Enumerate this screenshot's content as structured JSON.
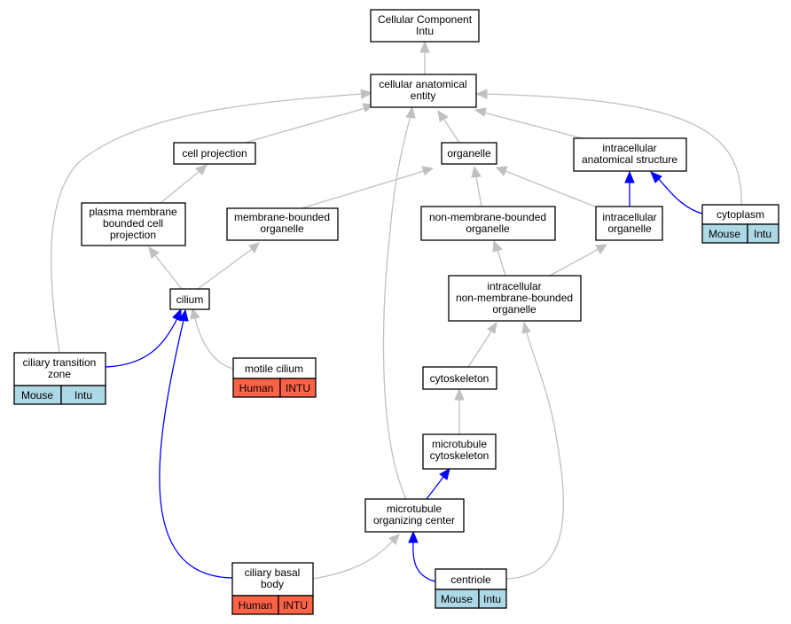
{
  "nodes": {
    "cellular_component": {
      "line1": "Cellular Component",
      "line2": "Intu"
    },
    "cellular_anatomical_entity": {
      "line1": "cellular anatomical",
      "line2": "entity"
    },
    "cell_projection": {
      "line1": "cell projection"
    },
    "organelle": {
      "line1": "organelle"
    },
    "intracellular_anatomical_structure": {
      "line1": "intracellular",
      "line2": "anatomical structure"
    },
    "plasma_membrane_bounded_cell_projection": {
      "line1": "plasma membrane",
      "line2": "bounded cell",
      "line3": "projection"
    },
    "membrane_bounded_organelle": {
      "line1": "membrane-bounded",
      "line2": "organelle"
    },
    "non_membrane_bounded_organelle": {
      "line1": "non-membrane-bounded",
      "line2": "organelle"
    },
    "intracellular_organelle": {
      "line1": "intracellular",
      "line2": "organelle"
    },
    "cytoplasm": {
      "line1": "cytoplasm",
      "species": "Mouse",
      "gene": "Intu"
    },
    "cilium": {
      "line1": "cilium"
    },
    "intracellular_non_membrane_bounded_organelle": {
      "line1": "intracellular",
      "line2": "non-membrane-bounded",
      "line3": "organelle"
    },
    "ciliary_transition_zone": {
      "line1": "ciliary transition",
      "line2": "zone",
      "species": "Mouse",
      "gene": "Intu"
    },
    "motile_cilium": {
      "line1": "motile cilium",
      "species": "Human",
      "gene": "INTU"
    },
    "cytoskeleton": {
      "line1": "cytoskeleton"
    },
    "microtubule_cytoskeleton": {
      "line1": "microtubule",
      "line2": "cytoskeleton"
    },
    "microtubule_organizing_center": {
      "line1": "microtubule",
      "line2": "organizing center"
    },
    "ciliary_basal_body": {
      "line1": "ciliary basal",
      "line2": "body",
      "species": "Human",
      "gene": "INTU"
    },
    "centriole": {
      "line1": "centriole",
      "species": "Mouse",
      "gene": "Intu"
    }
  },
  "colors": {
    "mouse_annotation": "#add8e6",
    "human_annotation": "#ff6347",
    "is_a_edge": "#c0c0c0",
    "part_of_edge": "#0000ff"
  },
  "edges": [
    {
      "from": "cellular_anatomical_entity",
      "to": "cellular_component",
      "type": "is_a"
    },
    {
      "from": "cell_projection",
      "to": "cellular_anatomical_entity",
      "type": "is_a"
    },
    {
      "from": "organelle",
      "to": "cellular_anatomical_entity",
      "type": "is_a"
    },
    {
      "from": "intracellular_anatomical_structure",
      "to": "cellular_anatomical_entity",
      "type": "is_a"
    },
    {
      "from": "cytoplasm",
      "to": "cellular_anatomical_entity",
      "type": "is_a"
    },
    {
      "from": "ciliary_transition_zone",
      "to": "cellular_anatomical_entity",
      "type": "is_a"
    },
    {
      "from": "microtubule_organizing_center",
      "to": "cellular_anatomical_entity",
      "type": "is_a"
    },
    {
      "from": "plasma_membrane_bounded_cell_projection",
      "to": "cell_projection",
      "type": "is_a"
    },
    {
      "from": "membrane_bounded_organelle",
      "to": "organelle",
      "type": "is_a"
    },
    {
      "from": "non_membrane_bounded_organelle",
      "to": "organelle",
      "type": "is_a"
    },
    {
      "from": "intracellular_organelle",
      "to": "organelle",
      "type": "is_a"
    },
    {
      "from": "intracellular_organelle",
      "to": "intracellular_anatomical_structure",
      "type": "part_of"
    },
    {
      "from": "cytoplasm",
      "to": "intracellular_anatomical_structure",
      "type": "part_of"
    },
    {
      "from": "cilium",
      "to": "plasma_membrane_bounded_cell_projection",
      "type": "is_a"
    },
    {
      "from": "cilium",
      "to": "membrane_bounded_organelle",
      "type": "is_a"
    },
    {
      "from": "intracellular_non_membrane_bounded_organelle",
      "to": "non_membrane_bounded_organelle",
      "type": "is_a"
    },
    {
      "from": "intracellular_non_membrane_bounded_organelle",
      "to": "intracellular_organelle",
      "type": "is_a"
    },
    {
      "from": "ciliary_transition_zone",
      "to": "cilium",
      "type": "part_of"
    },
    {
      "from": "motile_cilium",
      "to": "cilium",
      "type": "is_a"
    },
    {
      "from": "ciliary_basal_body",
      "to": "cilium",
      "type": "part_of"
    },
    {
      "from": "cytoskeleton",
      "to": "intracellular_non_membrane_bounded_organelle",
      "type": "is_a"
    },
    {
      "from": "centriole",
      "to": "intracellular_non_membrane_bounded_organelle",
      "type": "is_a"
    },
    {
      "from": "microtubule_cytoskeleton",
      "to": "cytoskeleton",
      "type": "is_a"
    },
    {
      "from": "microtubule_organizing_center",
      "to": "microtubule_cytoskeleton",
      "type": "part_of"
    },
    {
      "from": "ciliary_basal_body",
      "to": "microtubule_organizing_center",
      "type": "is_a"
    },
    {
      "from": "centriole",
      "to": "microtubule_organizing_center",
      "type": "part_of"
    }
  ]
}
